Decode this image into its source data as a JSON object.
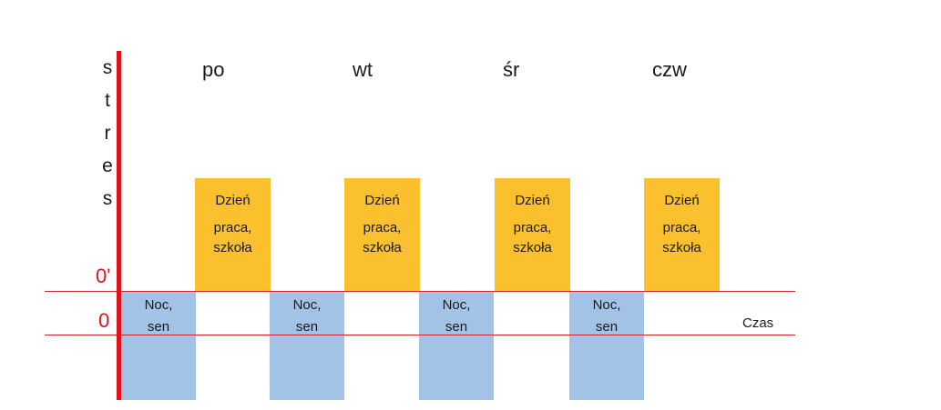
{
  "colors": {
    "axis": "#e0121c",
    "lines": "#c8262d",
    "day_block": "#fbc02d",
    "night_block": "#a2c2e6",
    "zero_marker": "#e0121c"
  },
  "y_axis_label_letters": [
    "s",
    "t",
    "r",
    "e",
    "s"
  ],
  "markers": {
    "zero_prime": "0'",
    "zero": "0"
  },
  "time_label": "Czas",
  "days": [
    {
      "label": "po",
      "day_block": {
        "line1": "Dzień",
        "line2": "praca,",
        "line3": "szkoła"
      },
      "night_block": {
        "line1": "Noc,",
        "line2": "sen"
      }
    },
    {
      "label": "wt",
      "day_block": {
        "line1": "Dzień",
        "line2": "praca,",
        "line3": "szkoła"
      },
      "night_block": {
        "line1": "Noc,",
        "line2": "sen"
      }
    },
    {
      "label": "śr",
      "day_block": {
        "line1": "Dzień",
        "line2": "praca,",
        "line3": "szkoła"
      },
      "night_block": {
        "line1": "Noc,",
        "line2": "sen"
      }
    },
    {
      "label": "czw",
      "day_block": {
        "line1": "Dzień",
        "line2": "praca,",
        "line3": "szkoła"
      },
      "night_block": {
        "line1": "Noc,",
        "line2": "sen"
      }
    }
  ]
}
